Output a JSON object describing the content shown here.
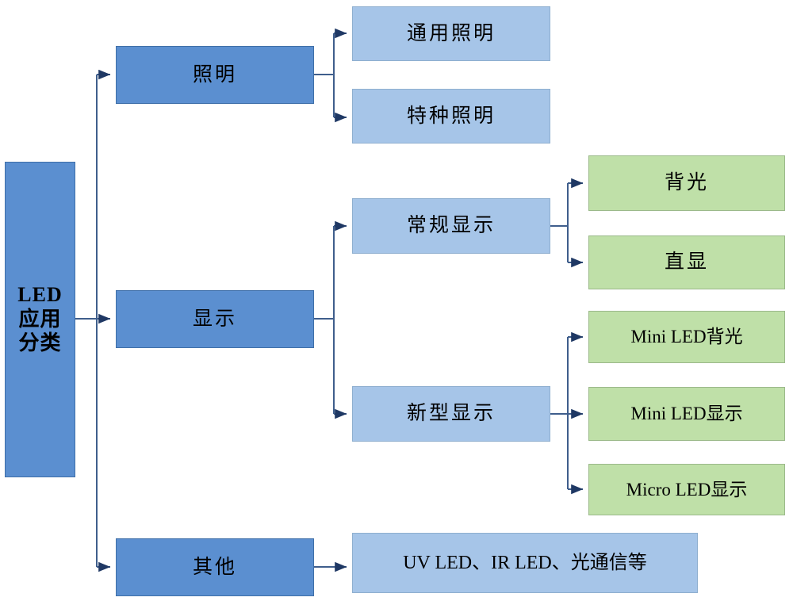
{
  "diagram": {
    "title": "LED应用分类",
    "colors": {
      "level1_fill": "#5B8FD0",
      "level1_stroke": "#3F6FA8",
      "level2_fill": "#5B8FD0",
      "level3_fill": "#A6C5E8",
      "level3_stroke": "#8FAFCF",
      "level4_fill": "#BFE0A8",
      "level4_stroke": "#9BB98A",
      "connector": "#3F5E8C",
      "background": "#FFFFFF"
    },
    "root": {
      "label": "LED\n应用\n分类"
    },
    "branches": [
      {
        "label": "照明",
        "children": [
          {
            "label": "通用照明",
            "children": []
          },
          {
            "label": "特种照明",
            "children": []
          }
        ]
      },
      {
        "label": "显示",
        "children": [
          {
            "label": "常规显示",
            "children": [
              {
                "label": "背光"
              },
              {
                "label": "直显"
              }
            ]
          },
          {
            "label": "新型显示",
            "children": [
              {
                "label": "Mini LED背光"
              },
              {
                "label": "Mini LED显示"
              },
              {
                "label": "Micro LED显示"
              }
            ]
          }
        ]
      },
      {
        "label": "其他",
        "children": [
          {
            "label": "UV LED、IR LED、光通信等",
            "children": []
          }
        ]
      }
    ],
    "chart_data": {
      "type": "tree",
      "root": "LED应用分类",
      "edges": [
        [
          "LED应用分类",
          "照明"
        ],
        [
          "LED应用分类",
          "显示"
        ],
        [
          "LED应用分类",
          "其他"
        ],
        [
          "照明",
          "通用照明"
        ],
        [
          "照明",
          "特种照明"
        ],
        [
          "显示",
          "常规显示"
        ],
        [
          "显示",
          "新型显示"
        ],
        [
          "常规显示",
          "背光"
        ],
        [
          "常规显示",
          "直显"
        ],
        [
          "新型显示",
          "Mini LED背光"
        ],
        [
          "新型显示",
          "Mini LED显示"
        ],
        [
          "新型显示",
          "Micro LED显示"
        ],
        [
          "其他",
          "UV LED、IR LED、光通信等"
        ]
      ]
    }
  }
}
